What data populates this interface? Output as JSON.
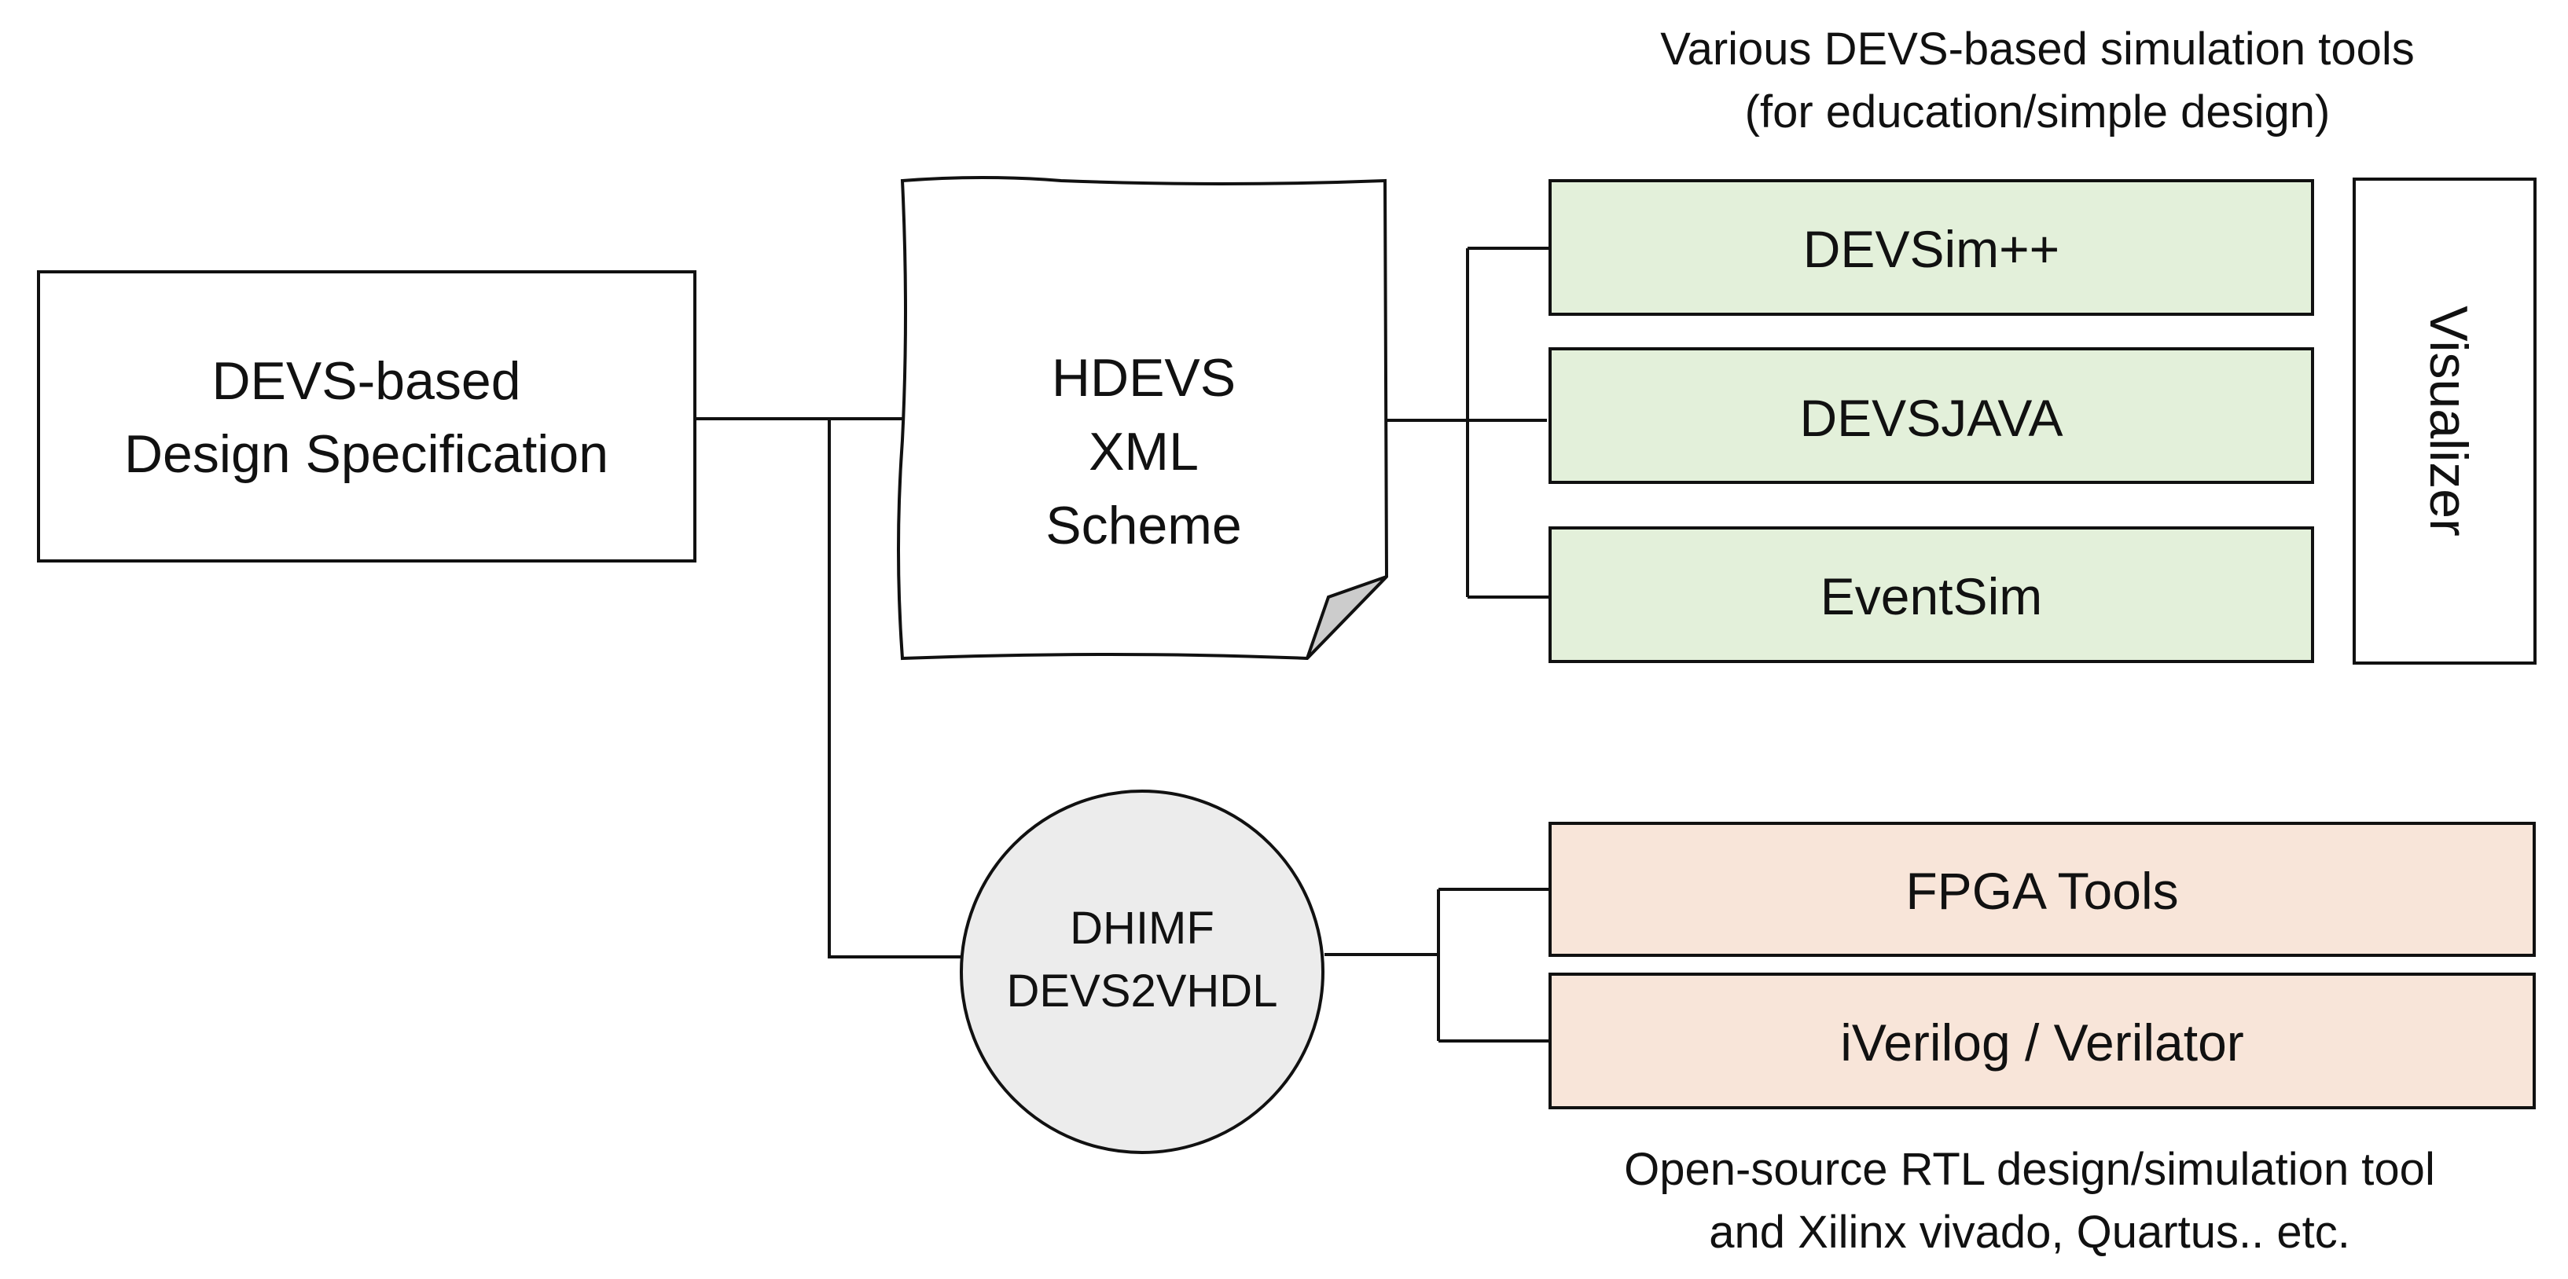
{
  "colors": {
    "line": "#111111",
    "spec_fill": "#ffffff",
    "sim_fill": "#e3f0da",
    "rtl_fill": "#f8e5d9",
    "circle_fill": "#ececec",
    "doc_fill": "#ffffff",
    "fold_fill": "#cccccc"
  },
  "spec": {
    "lines": [
      "DEVS-based",
      "Design Specification"
    ]
  },
  "xml_doc": {
    "lines": [
      "HDEVS",
      "XML",
      "Scheme"
    ]
  },
  "converter": {
    "lines": [
      "DHIMF",
      "DEVS2VHDL"
    ]
  },
  "sim_group": {
    "caption_lines": [
      "Various DEVS-based simulation tools",
      "(for education/simple design)"
    ],
    "tools": [
      "DEVSim++",
      "DEVSJAVA",
      "EventSim"
    ]
  },
  "visualizer": {
    "label": "Visualizer"
  },
  "rtl_group": {
    "tools": [
      "FPGA Tools",
      "iVerilog / Verilator"
    ],
    "caption_lines": [
      "Open-source RTL design/simulation tool",
      "and Xilinx vivado, Quartus.. etc."
    ]
  }
}
